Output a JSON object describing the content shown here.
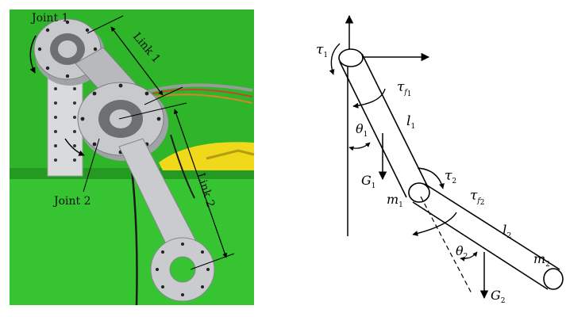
{
  "photo": {
    "labels": {
      "joint1": "Joint 1",
      "joint2": "Joint 2",
      "link1": "Link 1",
      "link2": "Link 2"
    },
    "colors": {
      "background_green": "#2fb52a",
      "floor_green": "#37c433",
      "aluminum": "#c7c9cc",
      "bracket": "#d9dadc",
      "yellow_part": "#f0d81a"
    }
  },
  "schematic": {
    "symbols": {
      "tau": "τ",
      "theta": "θ",
      "l": "l",
      "G": "G",
      "m": "m",
      "f": "f"
    },
    "subscripts": {
      "one": "1",
      "two": "2"
    }
  }
}
